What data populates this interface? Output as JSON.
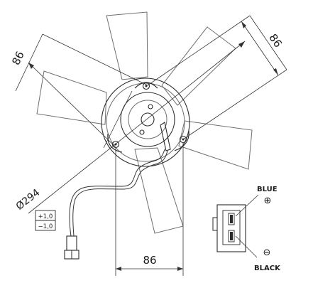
{
  "dimensions": {
    "top_left": "86",
    "top_right": "86",
    "bottom": "86",
    "diameter": "Ø294"
  },
  "tolerance": {
    "plus": "+1,0",
    "minus": "−1,0"
  },
  "connector": {
    "positive_label": "BLUE",
    "negative_label": "BLACK",
    "positive_symbol": "⊕",
    "negative_symbol": "⊖"
  }
}
